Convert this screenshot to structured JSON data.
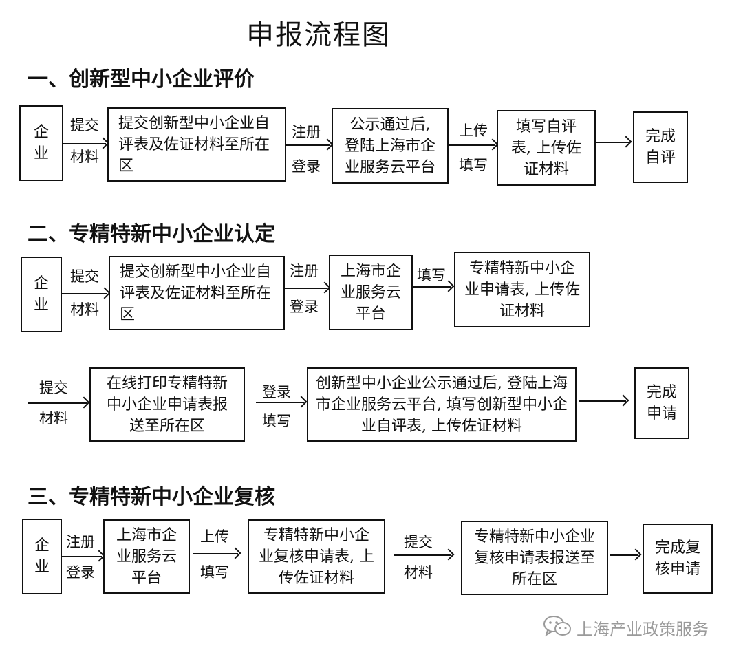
{
  "title": "申报流程图",
  "watermark": "上海产业政策服务",
  "section1": {
    "heading": "一、创新型中小企业评价",
    "boxes": [
      "企\n业",
      "提交创新型中小企业自\n评表及佐证材料至所在\n区",
      "公示通过后,\n登陆上海市企\n业服务云平台",
      "填写自评\n表, 上传佐\n证材料",
      "完成\n自评"
    ],
    "labels": [
      [
        "提交",
        "材料"
      ],
      [
        "注册",
        "登录"
      ],
      [
        "上传",
        "填写"
      ]
    ]
  },
  "section2": {
    "heading": "二、专精特新中小企业认定",
    "row1_boxes": [
      "企\n业",
      "提交创新型中小企业自\n评表及佐证材料至所在\n区",
      "上海市企\n业服务云\n平台",
      "专精特新中小企\n业申请表, 上传佐\n证材料"
    ],
    "row1_labels": [
      [
        "提交",
        "材料"
      ],
      [
        "注册",
        "登录"
      ],
      [
        "填写"
      ]
    ],
    "row2_boxes": [
      "在线打印专精特新\n中小企业申请表报\n送至所在区",
      "创新型中小企业公示通过后, 登陆上海\n市企业服务云平台, 填写创新型中小企\n业自评表,  上传佐证材料",
      "完成\n申请"
    ],
    "row2_labels": [
      [
        "提交",
        "材料"
      ],
      [
        "登录",
        "填写"
      ]
    ]
  },
  "section3": {
    "heading": "三、专精特新中小企业复核",
    "boxes": [
      "企\n业",
      "上海市企\n业服务云\n平台",
      "专精特新中小企\n业复核申请表, 上\n传佐证材料",
      "专精特新中小企业\n复核申请表报送至\n所在区",
      "完成复\n核申请"
    ],
    "labels": [
      [
        "注册",
        "登录"
      ],
      [
        "上传",
        "填写"
      ],
      [
        "提交",
        "材料"
      ]
    ]
  }
}
